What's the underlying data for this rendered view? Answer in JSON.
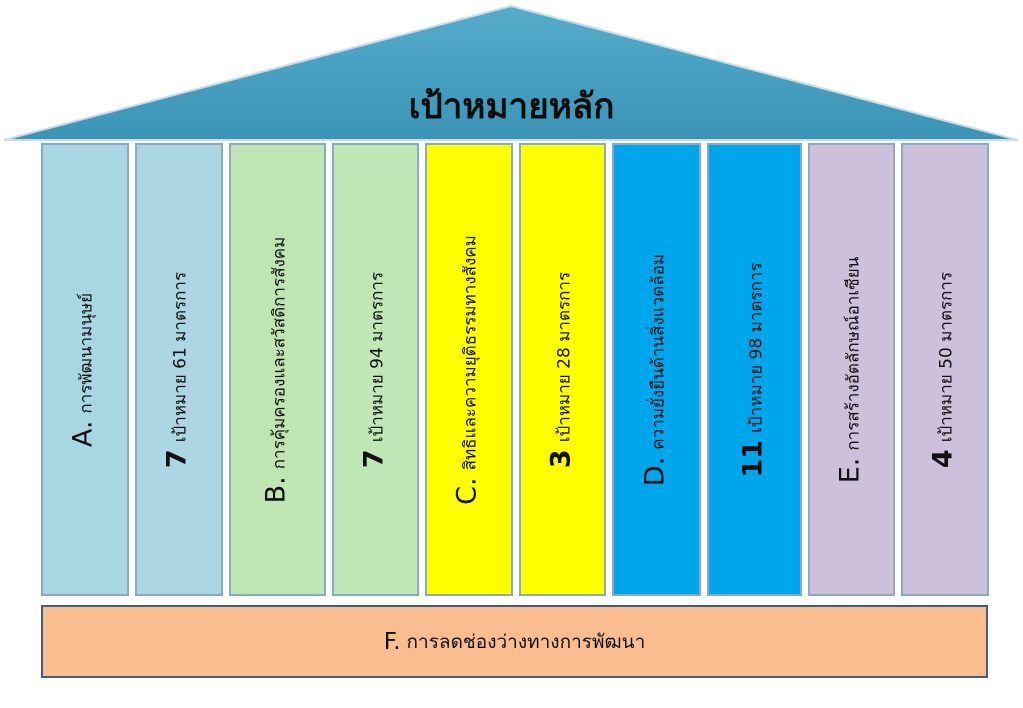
{
  "roof": {
    "title": "เป้าหมายหลัก",
    "fill_top": "#4ea5c4",
    "fill_bottom": "#3e97b8"
  },
  "pillars": [
    {
      "lead": "A.",
      "text": "การพัฒนามนุษย์",
      "bg": "#a8d7e3",
      "lead_bold": false
    },
    {
      "lead": "7",
      "text": "เป้าหมาย  61 มาตรการ",
      "bg": "#add6e4",
      "lead_bold": true
    },
    {
      "lead": "B.",
      "text": "การคุ้มครองและสวัสดิการสังคม",
      "bg": "#bfe5b3",
      "lead_bold": false
    },
    {
      "lead": "7",
      "text": "เป้าหมาย 94 มาตรการ",
      "bg": "#c0e7b6",
      "lead_bold": true
    },
    {
      "lead": "C.",
      "text": "สิทธิและความยุติธรรมทางสังคม",
      "bg": "#ffff00",
      "lead_bold": false
    },
    {
      "lead": "3",
      "text": "เป้าหมาย 28 มาตรการ",
      "bg": "#ffff00",
      "lead_bold": true
    },
    {
      "lead": "D.",
      "text": "ความยั่งยืนด้านสิ่งแวดล้อม",
      "bg": "#00a6eb",
      "lead_bold": false
    },
    {
      "lead": "11",
      "text": "เป้าหมาย 98 มาตรการ",
      "bg": "#00a6eb",
      "lead_bold": true
    },
    {
      "lead": "E.",
      "text": "การสร้างอัตลักษณ์อาเซียน",
      "bg": "#ccc0da",
      "lead_bold": false
    },
    {
      "lead": "4",
      "text": "เป้าหมาย 50 มาตรการ",
      "bg": "#ccc0da",
      "lead_bold": true
    }
  ],
  "base": {
    "lead": "F.",
    "text": "การลดช่องว่างทางการพัฒนา",
    "bg": "#f9bd8f"
  }
}
